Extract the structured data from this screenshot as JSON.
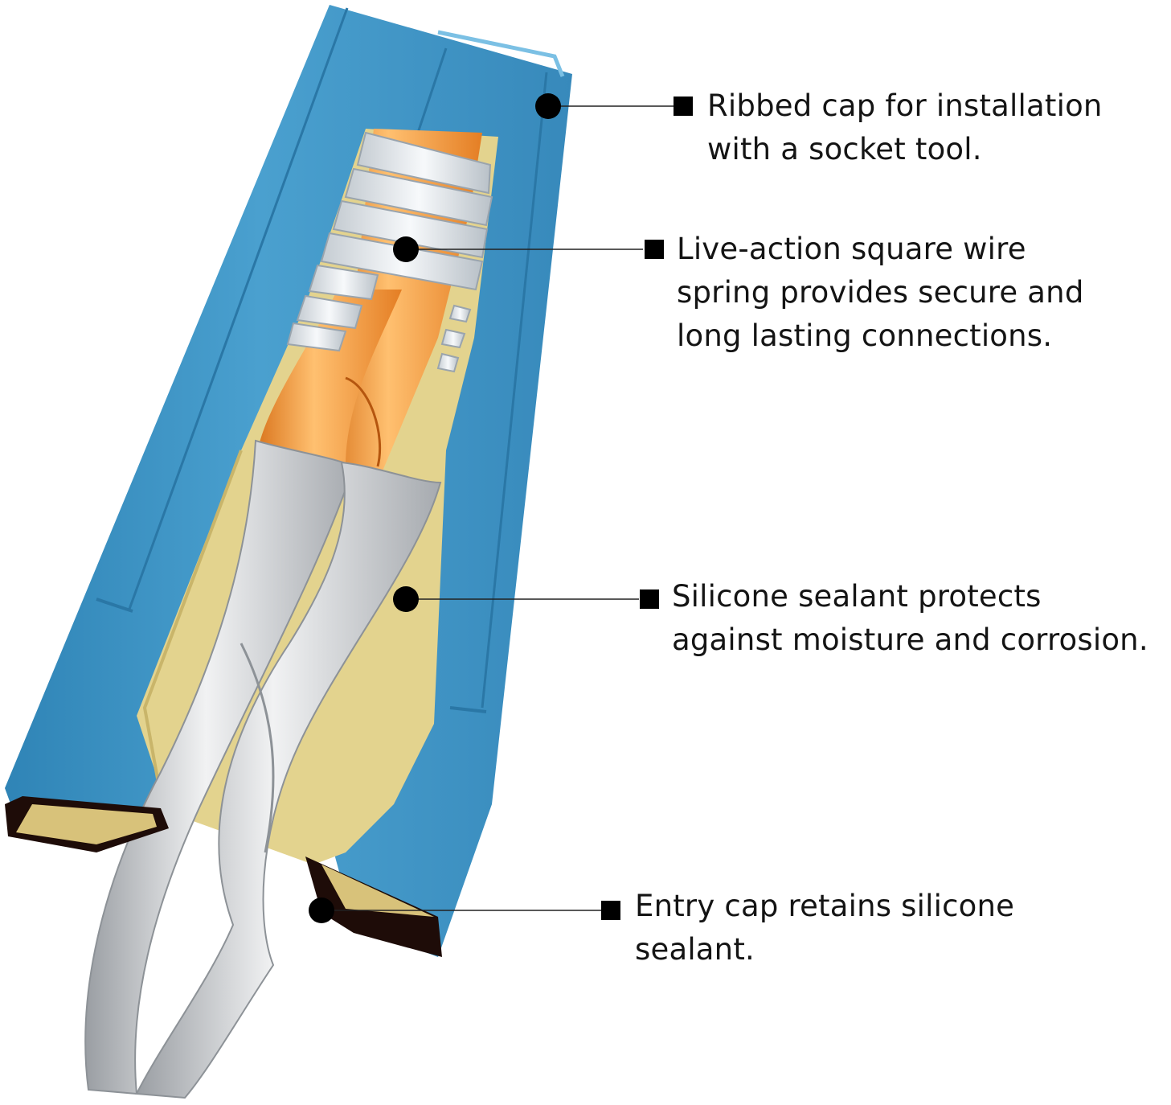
{
  "callouts": [
    {
      "id": "ribbed-cap",
      "lines": [
        "Ribbed cap for installation",
        "with a socket tool."
      ]
    },
    {
      "id": "spring",
      "lines": [
        "Live-action square wire",
        "spring provides secure and",
        "long lasting connections."
      ]
    },
    {
      "id": "sealant",
      "lines": [
        "Silicone sealant protects",
        "against moisture and corrosion."
      ]
    },
    {
      "id": "entry-cap",
      "lines": [
        "Entry cap retains silicone",
        "sealant."
      ]
    }
  ],
  "colors": {
    "cap_blue": "#3e94c4",
    "cap_blue_light": "#66b2dd",
    "copper": "#f09a3a",
    "sealant": "#e3d38e",
    "wire_insulation": "#c9ccd0",
    "entry_cap": "#2a0f0a",
    "spring": "#e9eef2",
    "marker": "#000000"
  }
}
